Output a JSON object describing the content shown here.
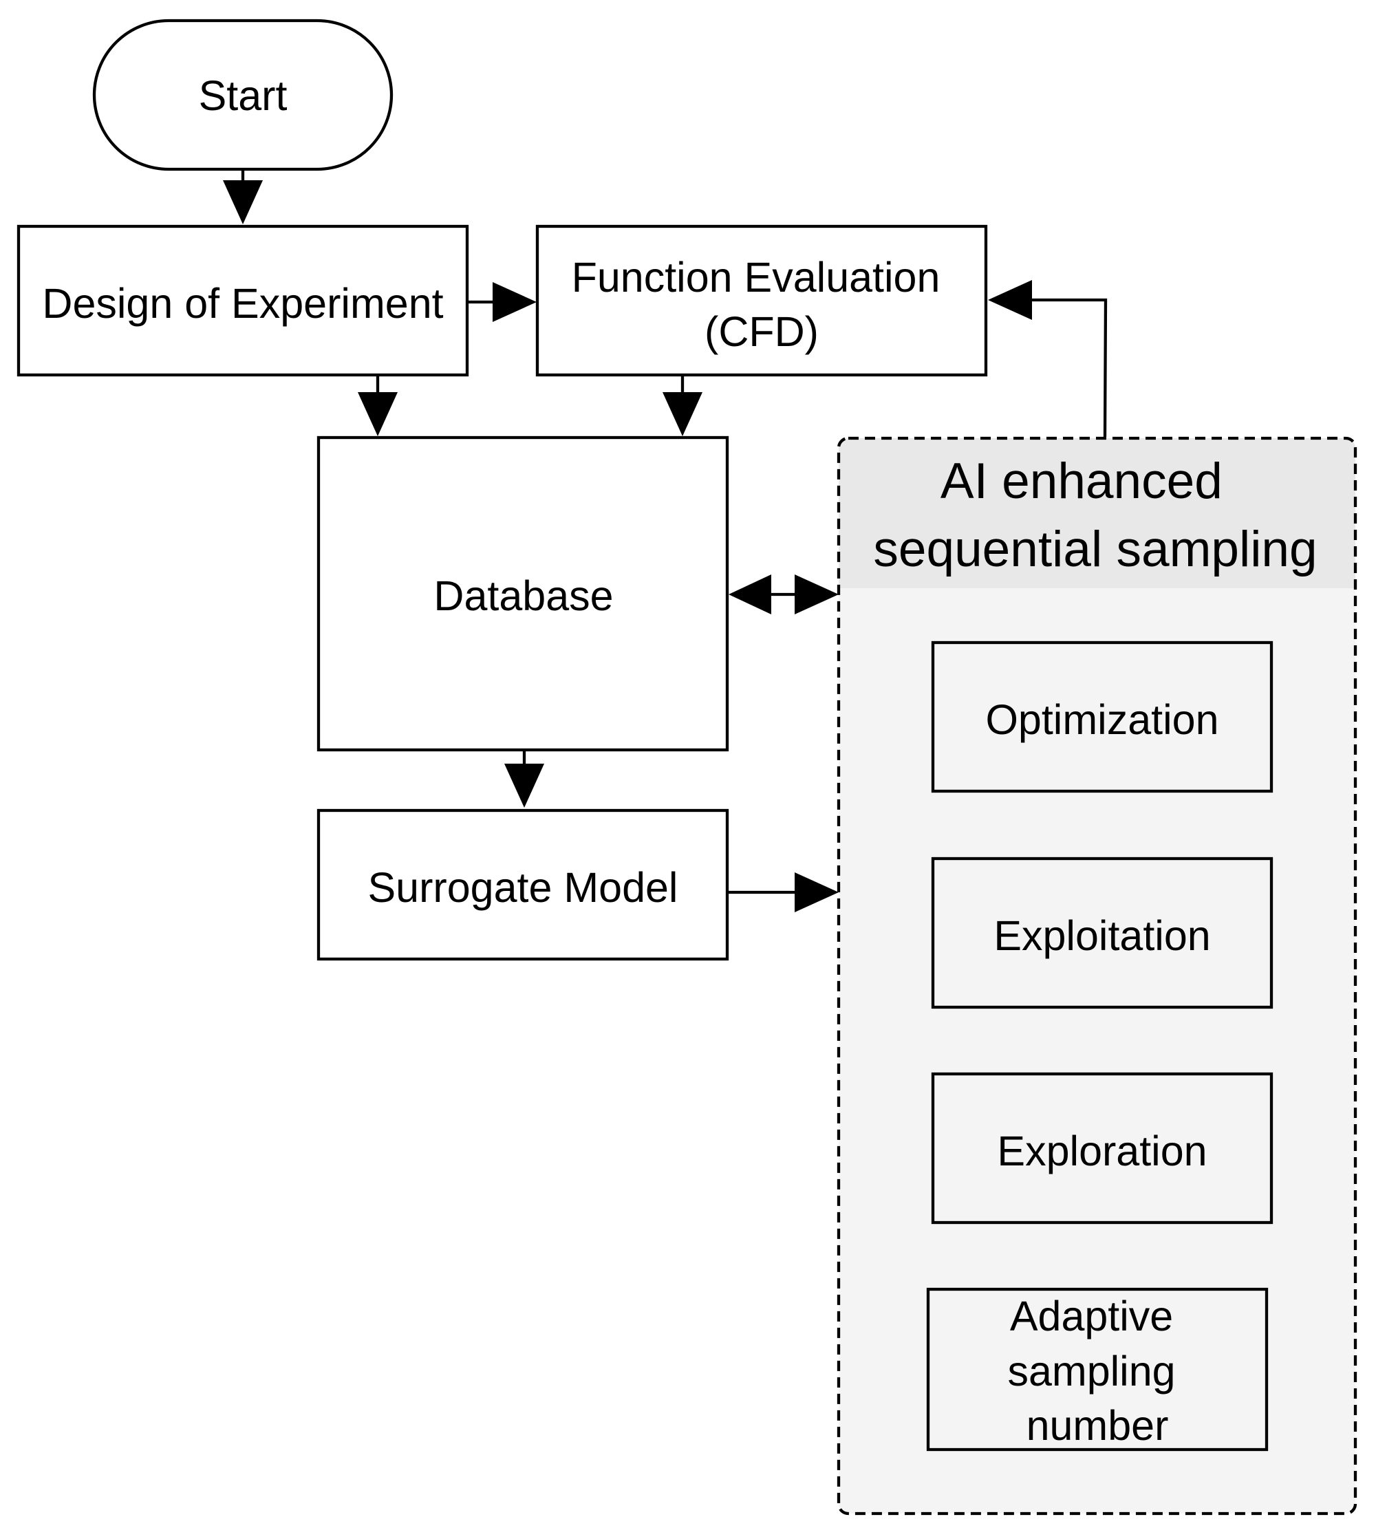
{
  "nodes": {
    "start": "Start",
    "design_of_experiment": "Design of Experiment",
    "function_evaluation": [
      "Function Evaluation",
      "(CFD)"
    ],
    "database": "Database",
    "surrogate_model": "Surrogate Model",
    "ai_group": {
      "title": [
        "AI enhanced",
        "sequential sampling"
      ],
      "items": {
        "optimization": "Optimization",
        "exploitation": "Exploitation",
        "exploration": "Exploration",
        "adaptive_sampling_number": [
          "Adaptive",
          "sampling",
          "number"
        ]
      }
    }
  },
  "colors": {
    "stroke": "#000000",
    "group_fill": "#f4f4f4",
    "group_header_fill": "#e8e8e8",
    "box_fill": "#ffffff"
  }
}
